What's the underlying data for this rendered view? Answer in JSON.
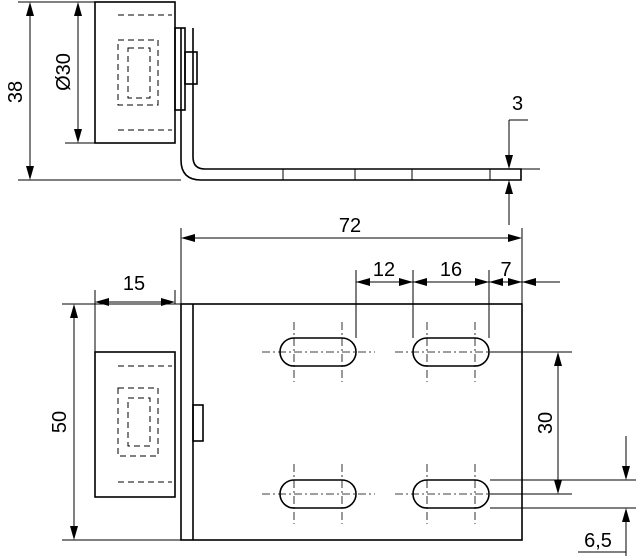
{
  "dimensions": {
    "height_total": "38",
    "diameter": "Ø30",
    "thickness": "3",
    "length_total": "72",
    "slot_length": "12",
    "slot_spacing": "16",
    "edge_offset": "7",
    "offset_left": "15",
    "width_total": "50",
    "slot_pitch": "30",
    "slot_width": "6,5"
  }
}
